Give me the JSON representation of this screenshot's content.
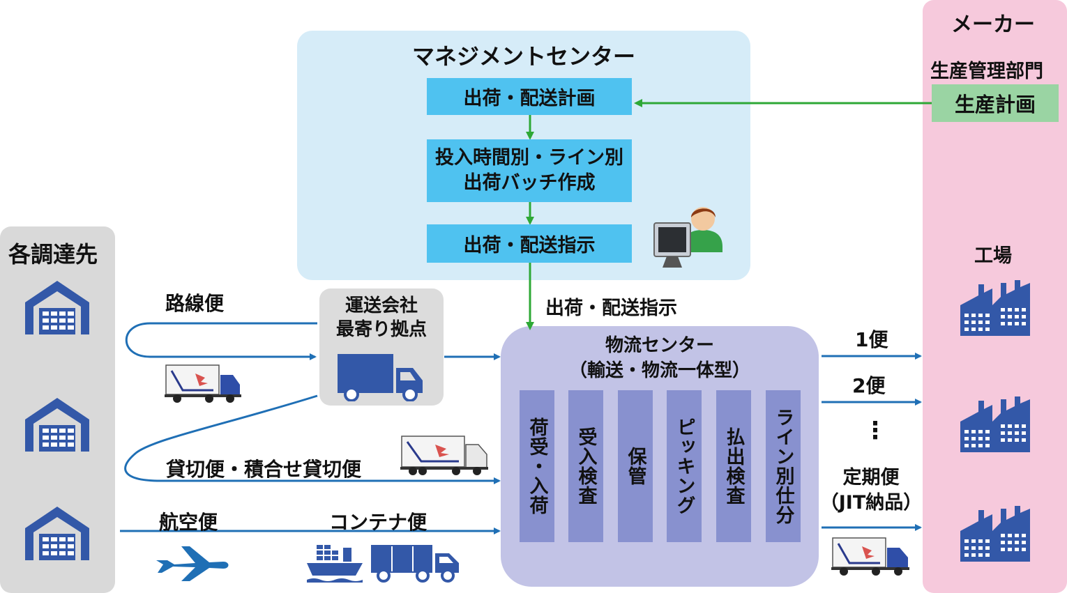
{
  "suppliers": {
    "title": "各調達先"
  },
  "maker": {
    "title": "メーカー",
    "dept": "生産管理部門",
    "plan": "生産計画",
    "factory": "工場"
  },
  "management": {
    "title": "マネジメントセンター",
    "step1": "出荷・配送計画",
    "step2_line1": "投入時間別・ライン別",
    "step2_line2": "出荷バッチ作成",
    "step3": "出荷・配送指示"
  },
  "hub": {
    "line1": "運送会社",
    "line2": "最寄り拠点"
  },
  "center": {
    "title_line1": "物流センター",
    "title_line2": "（輸送・物流一体型）",
    "columns": [
      "荷受・入荷",
      "受入検査",
      "保管",
      "ピッキング",
      "払出検査",
      "ライン別仕分"
    ]
  },
  "labels": {
    "instruction": "出荷・配送指示",
    "route": "路線便",
    "charter": "貸切便・積合せ貸切便",
    "air": "航空便",
    "container": "コンテナ便",
    "trip1": "1便",
    "trip2": "2便",
    "dots": "⋮",
    "regular_line1": "定期便",
    "regular_line2": "（JIT納品）"
  },
  "colors": {
    "blue_arrow": "#1f6fb5",
    "green_arrow": "#2ea836",
    "icon_blue": "#3358a8"
  }
}
